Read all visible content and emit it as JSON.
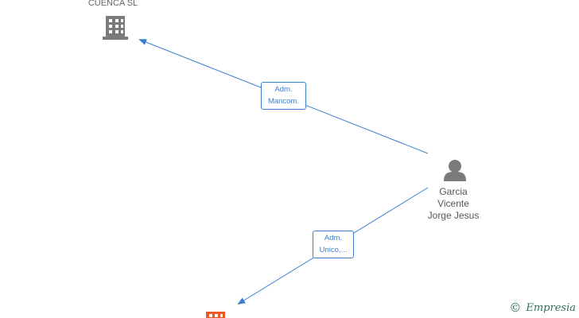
{
  "nodes": {
    "company_top": {
      "label": "CUENCA  SL",
      "icon": "building-icon",
      "color": "#7a7a7a"
    },
    "person": {
      "name_lines": [
        "Garcia",
        "Vicente",
        "Jorge Jesus"
      ],
      "icon": "person-icon",
      "color": "#7a7a7a"
    },
    "company_bottom": {
      "icon": "building-icon",
      "color": "#f05a22"
    }
  },
  "edges": {
    "to_top": {
      "line1": "Adm.",
      "line2": "Mancom.",
      "color": "#3b7fd0"
    },
    "to_bottom": {
      "line1": "Adm.",
      "line2": "Unico,...",
      "color": "#3b7fd0"
    }
  },
  "watermark": {
    "copyright_symbol": "©",
    "brand": "Empresia"
  }
}
